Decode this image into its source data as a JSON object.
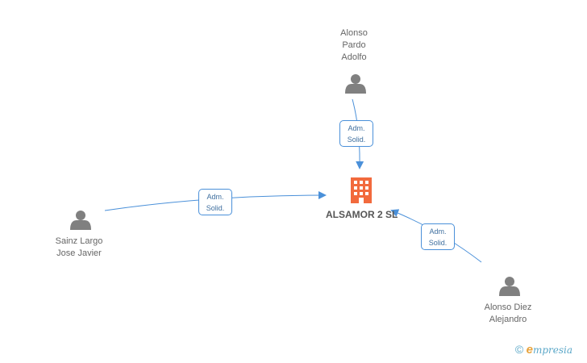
{
  "company": {
    "name": "ALSAMOR 2 SL",
    "icon": "building-icon",
    "color": "#f26a3d"
  },
  "people": [
    {
      "id": "top",
      "name_lines": "Alonso\nPardo\nAdolfo",
      "icon": "person-icon"
    },
    {
      "id": "left",
      "name_lines": "Sainz Largo\nJose Javier",
      "icon": "person-icon"
    },
    {
      "id": "right",
      "name_lines": "Alonso Diez\nAlejandro",
      "icon": "person-icon"
    }
  ],
  "edges": [
    {
      "from": "top",
      "line1": "Adm.",
      "line2": "Solid."
    },
    {
      "from": "left",
      "line1": "Adm.",
      "line2": "Solid."
    },
    {
      "from": "right",
      "line1": "Adm.",
      "line2": "Solid."
    }
  ],
  "footer": {
    "symbol": "©",
    "e_letter": "e",
    "brand": "mpresia"
  },
  "colors": {
    "edge": "#4a90d9",
    "person": "#808080",
    "building": "#f26a3d"
  }
}
